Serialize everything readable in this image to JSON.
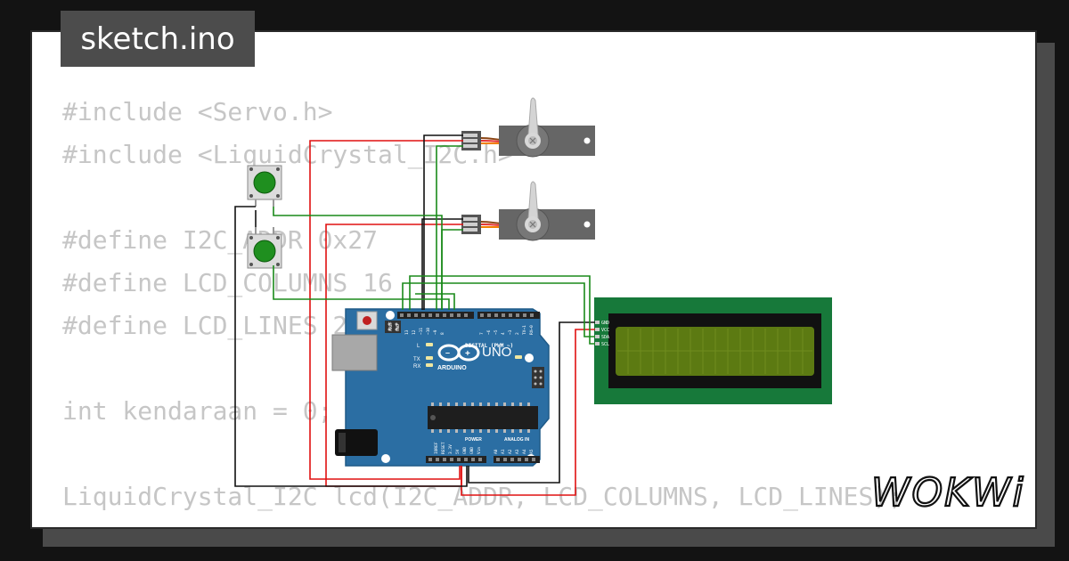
{
  "file_tab": {
    "label": "sketch.ino"
  },
  "code_lines": [
    "#include <Servo.h>",
    "#include <LiquidCrystal_I2C.h>",
    "",
    "#define I2C_ADDR 0x27",
    "#define LCD_COLUMNS 16",
    "#define LCD_LINES 2",
    "",
    "int kendaraan = 0;",
    "",
    "LiquidCrystal_I2C lcd(I2C_ADDR, LCD_COLUMNS, LCD_LINES);"
  ],
  "brand": {
    "logo_text": "WOKWi"
  },
  "board": {
    "model": "UNO",
    "brand": "ARDUINO",
    "on_label": "ON",
    "digital_label": "DIGITAL (PWM ~)",
    "analog_label": "ANALOG IN",
    "power_label": "POWER",
    "tx_label": "TX",
    "rx_label": "RX",
    "l_label": "L",
    "aref_label": "AREF",
    "gnd_label": "GND",
    "power_pins": [
      "IOREF",
      "RESET",
      "3.3V",
      "5V",
      "GND",
      "GND",
      "Vin"
    ],
    "analog_pins": [
      "A0",
      "A1",
      "A2",
      "A3",
      "A4",
      "A5"
    ],
    "digital_pins": [
      "13",
      "12",
      "~11",
      "~10",
      "~9",
      "8",
      "7",
      "~6",
      "~5",
      "4",
      "~3",
      "2",
      "TX→1",
      "RX←0"
    ]
  },
  "lcd": {
    "pins": [
      "GND",
      "VCC",
      "SDA",
      "SCL"
    ]
  },
  "colors": {
    "board": "#2b6ea3",
    "lcd_pcb": "#17793a",
    "lcd_screen": "#5c7a12",
    "button": "#1f8f1f",
    "wire_red": "#e01010",
    "wire_black": "#111111",
    "wire_green": "#1a8a1a"
  }
}
